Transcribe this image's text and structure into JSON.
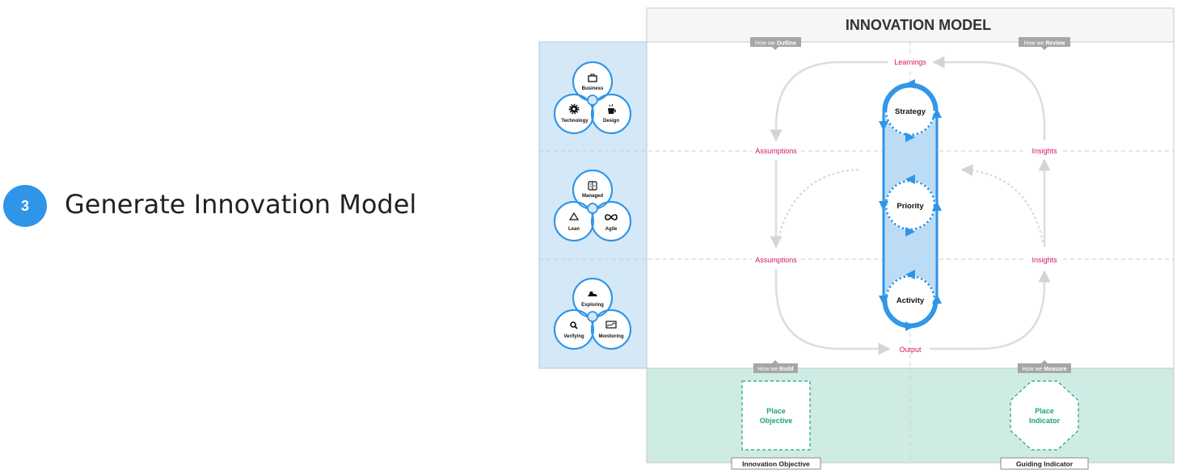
{
  "step": {
    "number": "3",
    "title": "Generate Innovation Model"
  },
  "model": {
    "title": "INNOVATION MODEL",
    "tags": {
      "outline": {
        "prefix": "How we ",
        "strong": "Outline"
      },
      "review": {
        "prefix": "How we ",
        "strong": "Review"
      },
      "build": {
        "prefix": "How we ",
        "strong": "Build"
      },
      "measure": {
        "prefix": "How we ",
        "strong": "Measure"
      }
    },
    "flow_labels": {
      "learnings": "Learnings",
      "assumptions_top": "Assumptions",
      "insights_top": "Insights",
      "assumptions_bottom": "Assumptions",
      "insights_bottom": "Insights",
      "output": "Output"
    },
    "pipeline": {
      "strategy": "Strategy",
      "priority": "Priority",
      "activity": "Activity"
    },
    "venns": [
      {
        "top": "Business",
        "left": "Technology",
        "right": "Design",
        "icons": {
          "top": "briefcase-icon",
          "left": "gear-icon",
          "right": "coffee-cup-icon"
        }
      },
      {
        "top": "Managed",
        "left": "Lean",
        "right": "Agile",
        "icons": {
          "top": "kanban-board-icon",
          "left": "recycle-icon",
          "right": "infinity-icon"
        }
      },
      {
        "top": "Exploring",
        "left": "Verifying",
        "right": "Monitoring",
        "icons": {
          "top": "hat-icon",
          "left": "magnifier-icon",
          "right": "monitor-chart-icon"
        }
      }
    ],
    "placeholders": {
      "objective": {
        "line1": "Place",
        "line2": "Objective",
        "caption": "Innovation Objective"
      },
      "indicator": {
        "line1": "Place",
        "line2": "Indicator",
        "caption": "Guiding Indicator"
      }
    },
    "colors": {
      "accent_blue": "#2f95e8",
      "left_panel": "#d4e8f8",
      "bottom_panel": "#cfece4",
      "flow_label": "#d6136a",
      "placeholder_text": "#1aa381",
      "header_bg": "#f6f6f6"
    }
  }
}
